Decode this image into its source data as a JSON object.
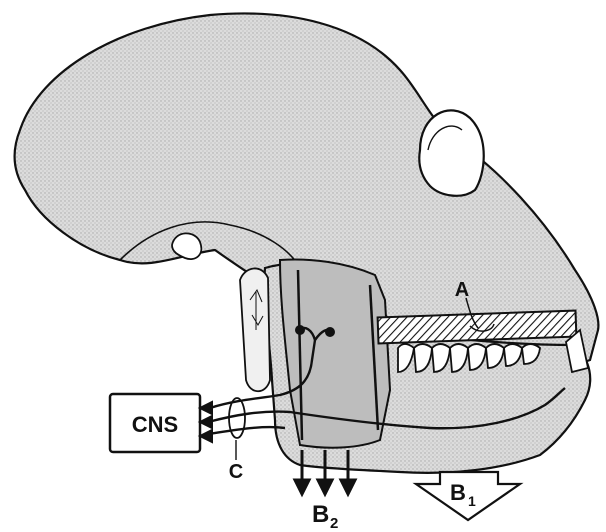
{
  "labels": {
    "cns": "CNS",
    "a": "A",
    "b1_letter": "B",
    "b1_sub": "1",
    "b2_letter": "B",
    "b2_sub": "2",
    "c": "C"
  },
  "colors": {
    "ink": "#111111",
    "skull_fill": "#d9d9d9",
    "jaw_fill": "#e6e6e6",
    "muscle_fill": "#c8c8c8",
    "background": "#ffffff"
  },
  "icons": [
    "skull-illustration",
    "nerve-pathway",
    "force-arrow"
  ]
}
